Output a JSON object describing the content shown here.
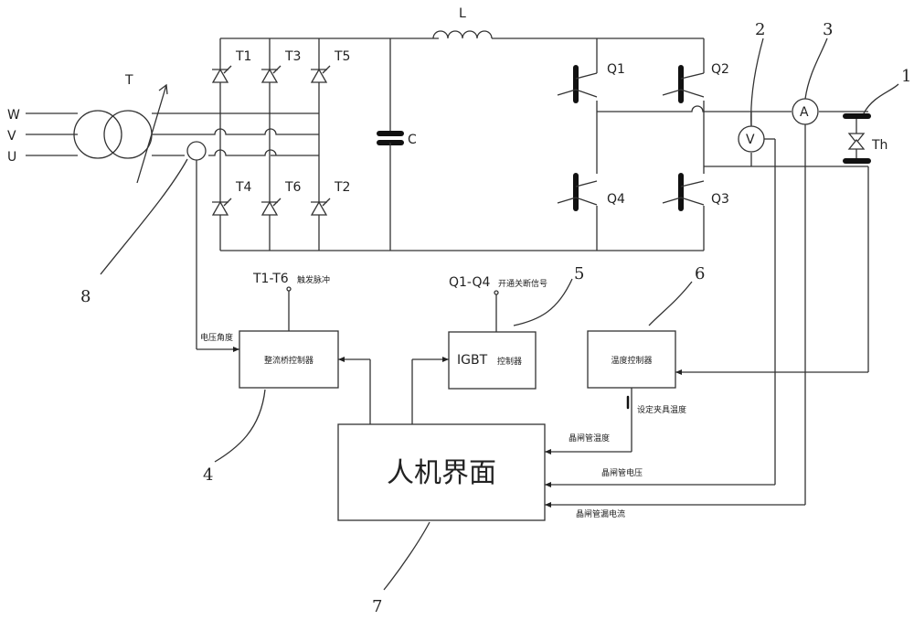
{
  "inputs": {
    "w": "W",
    "v": "V",
    "u": "U"
  },
  "transformer_label": "T",
  "thyristors": [
    "T1",
    "T3",
    "T5",
    "T4",
    "T6",
    "T2"
  ],
  "inductor_label": "L",
  "capacitor_label": "C",
  "igbts": [
    "Q1",
    "Q2",
    "Q4",
    "Q3"
  ],
  "voltmeter": "V",
  "ammeter": "A",
  "dut_label": "Th",
  "callouts": [
    "1",
    "2",
    "3",
    "4",
    "5",
    "6",
    "7",
    "8"
  ],
  "trigger_signal": {
    "main": "T1-T6",
    "sub": "触发脉冲"
  },
  "igbt_signal": {
    "main": "Q1-Q4",
    "sub": "开通关断信号"
  },
  "voltage_angle": "电压角度",
  "rectifier_controller": "整流桥控制器",
  "igbt_controller": {
    "main": "IGBT",
    "sub": "控制器"
  },
  "temperature_controller": "温度控制器",
  "set_fixture_temp": "设定夹具温度",
  "hmi": "人机界面",
  "feedback": {
    "temp": "晶闸管温度",
    "voltage": "晶闸管电压",
    "leakage": "晶闸管漏电流"
  }
}
